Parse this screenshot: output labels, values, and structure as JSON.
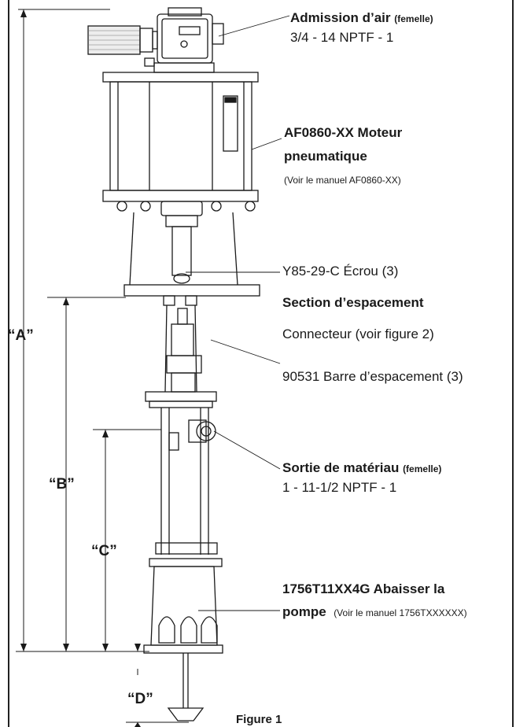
{
  "labels": {
    "air_inlet_title": "Admission d’air",
    "air_inlet_note": "(femelle)",
    "air_inlet_spec": "3/4 - 14 NPTF - 1",
    "motor_title_1": "AF0860-XX Moteur",
    "motor_title_2": "pneumatique",
    "motor_note": "(Voir le manuel AF0860-XX)",
    "nut": "Y85-29-C Écrou (3)",
    "spacer_section": "Section d’espacement",
    "connector": "Connecteur  (voir figure 2)",
    "spacer_bar": "90531 Barre d’espacement (3)",
    "outlet_title": "Sortie de matériau",
    "outlet_note": "(femelle)",
    "outlet_spec": "1 - 11-1/2 NPTF - 1",
    "pump_title_1": "1756T11XX4G Abaisser la",
    "pump_title_2": "pompe",
    "pump_note": "(Voir le manuel 1756TXXXXXX)"
  },
  "dimensions": {
    "a": "“A”",
    "b": "“B”",
    "c": "“C”",
    "d": "“D”"
  },
  "caption": "Figure 1"
}
